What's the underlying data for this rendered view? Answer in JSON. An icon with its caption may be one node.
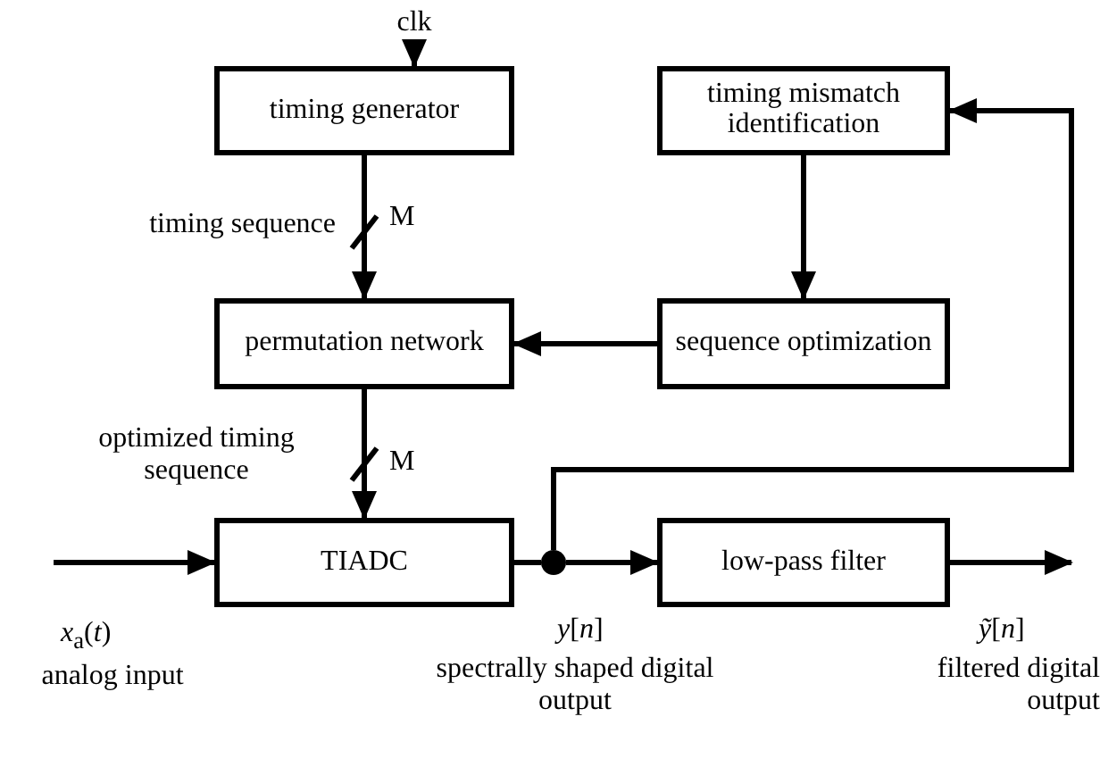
{
  "diagram": {
    "nodes": [
      {
        "text": [
          "clk"
        ]
      },
      {
        "text": [
          "timing generator"
        ]
      },
      {
        "text": [
          "timing mismatch identification"
        ]
      },
      {
        "text": [
          "permutation network"
        ]
      },
      {
        "text": [
          "sequence optimization"
        ]
      },
      {
        "text": [
          "TIADC"
        ]
      },
      {
        "text": [],
        "shape": "circle"
      },
      {
        "text": [
          "low-pass filter"
        ]
      }
    ],
    "edges": [
      {
        "from": 0,
        "to": 1,
        "arrow": "to"
      },
      {
        "from": 1,
        "to": 3,
        "arrow": "to"
      },
      {
        "from": 2,
        "to": 4,
        "arrow": "to"
      },
      {
        "from": 4,
        "to": 3,
        "arrow": "to"
      },
      {
        "from": 3,
        "to": 5,
        "arrow": "to"
      },
      {
        "from": null,
        "to": 5,
        "arrow": "to"
      },
      {
        "from": 5,
        "to": 6,
        "arrow": "none"
      },
      {
        "from": 6,
        "to": 7,
        "arrow": "to"
      },
      {
        "from": 6,
        "to": 2,
        "arrow": "to"
      },
      {
        "from": 7,
        "to": null,
        "arrow": "to"
      }
    ],
    "labels": [
      "timing sequence",
      "M",
      "optimized timing sequence",
      "M",
      "*x*$_{a}$(*t*)",
      "analog input",
      "*y*[*n*]",
      "spectrally shaped digital output",
      "*ỹ*[*n*]",
      "filtered digital output"
    ]
  }
}
